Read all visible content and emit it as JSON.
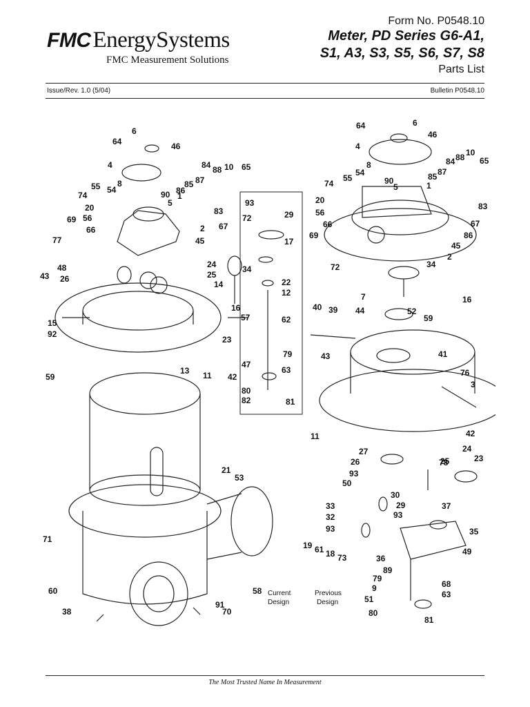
{
  "header": {
    "logo_brand": "FMC",
    "logo_name": "EnergySystems",
    "logo_sub": "FMC Measurement Solutions",
    "form_no": "Form No. P0548.10",
    "title_line1": "Meter, PD Series G6-A1,",
    "title_line2": "S1, A3, S3, S5, S6, S7, S8",
    "parts_list": "Parts List",
    "issue": "Issue/Rev. 1.0 (5/04)",
    "bulletin": "Bulletin P0548.10"
  },
  "drawing": {
    "captions": {
      "current": [
        "Current",
        "Design"
      ],
      "previous": [
        "Previous",
        "Design"
      ]
    }
  },
  "footer": {
    "tagline": "The Most Trusted Name In Measurement"
  }
}
